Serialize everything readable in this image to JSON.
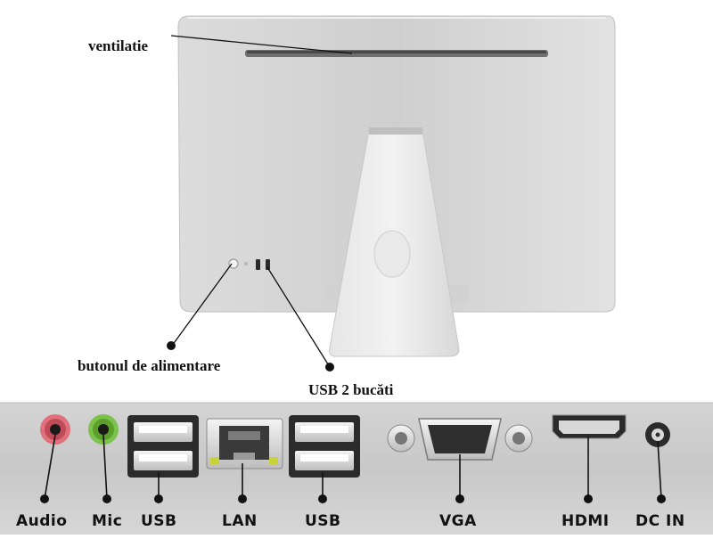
{
  "top_labels": {
    "vent": "ventilatie",
    "power": "butonul de alimentare",
    "usb2": "USB 2 bucăti"
  },
  "ports": {
    "audio": "Audio",
    "mic": "Mic",
    "usb_left": "USB",
    "lan": "LAN",
    "usb_right": "USB",
    "vga": "VGA",
    "hdmi": "HDMI",
    "dcin": "DC IN"
  },
  "colors": {
    "audio_jack": "#e0707a",
    "mic_jack": "#7cc24a",
    "lan_led": "#c8d23a"
  }
}
